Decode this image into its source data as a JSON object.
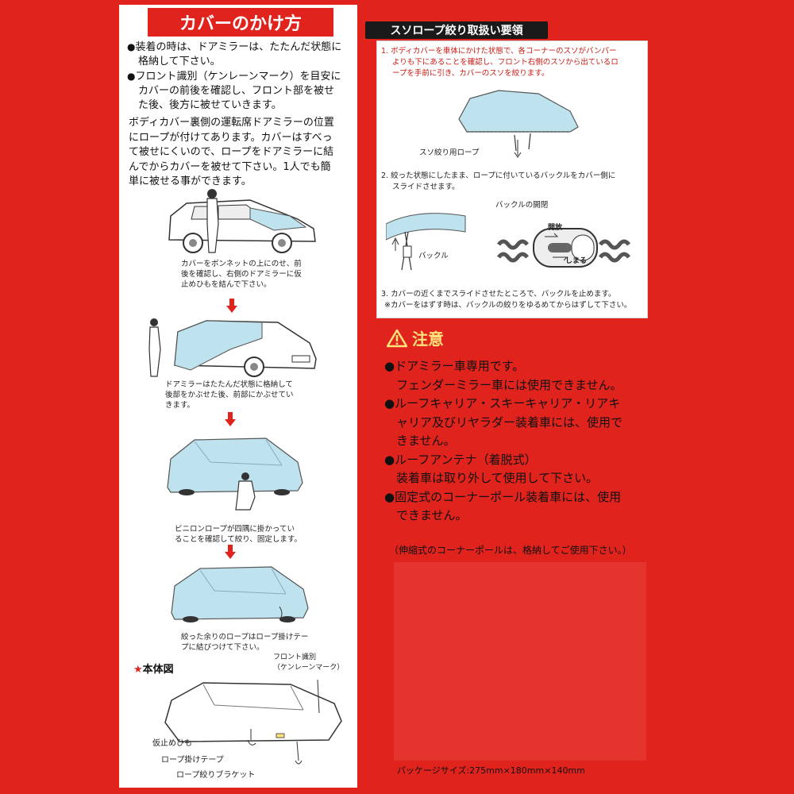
{
  "left": {
    "title": "カバーのかけ方",
    "bullets": [
      [
        "装着の時は、ドアミラーは、たたんだ状態に",
        "格納して下さい。"
      ],
      [
        "フロント識別（ケンレーンマーク）を目安に",
        "カバーの前後を確認し、フロント部を被せ",
        "た後、後方に被せていきます。"
      ]
    ],
    "paragraph": [
      "ボディカバー裏側の運転席ドアミラーの位置",
      "にロープが付けてあります。カバーはすべっ",
      "て被せにくいので、ロープをドアミラーに結",
      "んでからカバーを被せて下さい。1人でも簡",
      "単に被せる事ができます。"
    ],
    "captions": [
      [
        "カバーをボンネットの上にのせ、前",
        "後を確認し、右側のドアミラーに仮",
        "止めひもを結んで下さい。"
      ],
      [
        "ドアミラーはたたんだ状態に格納して",
        "後部をかぶせた後、前部にかぶせてい",
        "きます。"
      ],
      [
        "ビニロンロープが四隅に掛かってい",
        "ることを確認して絞り、固定します。"
      ],
      [
        "絞った余りのロープはロープ掛けテー",
        "プに結びつけて下さい。"
      ]
    ],
    "diagram": {
      "title": "本体図",
      "star": "★",
      "front_label": [
        "フロント識別",
        "（ケンレーンマーク）"
      ],
      "temp_string": "仮止めひも",
      "rope_tape": "ロープ掛けテープ",
      "rope_bracket": "ロープ絞りブラケット"
    }
  },
  "right": {
    "title": "スソロープ絞り取扱い要領",
    "step1": [
      "1. ボディカバーを車体にかけた状態で、各コーナーのスソがバンパー",
      "よりも下にあることを確認し、フロント右側のスソから出ているロ",
      "ープを手前に引き、カバーのスソを絞ります。"
    ],
    "rope_label": "スソ絞り用ロープ",
    "step2": [
      "2. 絞った状態にしたまま、ロープに付いているバックルをカバー側に",
      "スライドさせます。"
    ],
    "buckle_label": "バックル",
    "buckle_open_label": "バックルの開閉",
    "open_word": "開放",
    "close_word": "しまる",
    "step3": [
      "3. カバーの近くまでスライドさせたところで、バックルを止めます。",
      "※カバーをはずす時は、バックルの絞りをゆるめてからはずして下さい。"
    ]
  },
  "caution": {
    "title": "注意",
    "lines": [
      "●ドアミラー車専用です。",
      "　フェンダーミラー車には使用できません。",
      "●ルーフキャリア・スキーキャリア・リアキ",
      "　ャリア及びリヤラダー装着車には、使用で",
      "　きません。",
      "●ルーフアンテナ（着脱式）",
      "　装着車は取り外して使用して下さい。",
      "●固定式のコーナーポール装着車には、使用",
      "　できません。"
    ],
    "note": "（伸縮式のコーナーポールは、格納してご使用下さい。）"
  },
  "package": "パッケージサイズ:275mm×180mm×140mm",
  "colors": {
    "background": "#e0231d",
    "cover": "#bfe3ee",
    "caution_title": "#ffe27a"
  }
}
